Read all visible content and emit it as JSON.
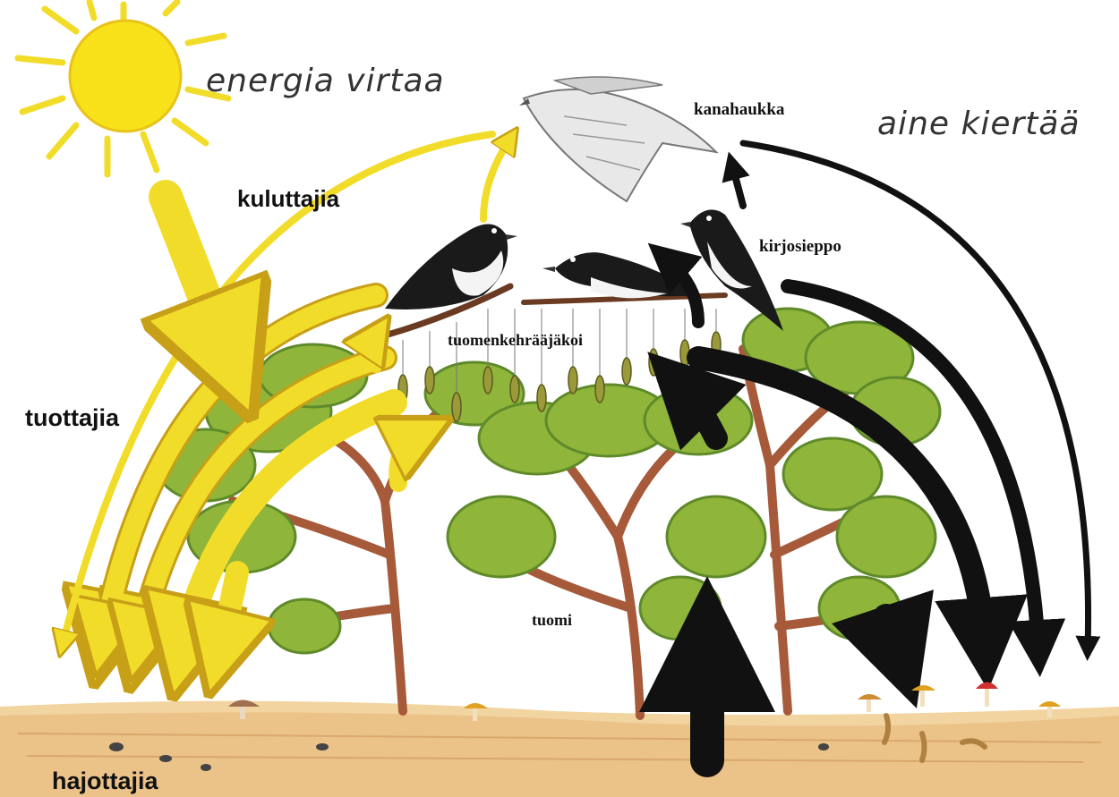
{
  "labels": {
    "energy_flow": "energia virtaa",
    "matter_cycle": "aine kiertää",
    "consumers": "kuluttajia",
    "producers": "tuottajia",
    "decomposers": "hajottajia",
    "goshawk": "kanahaukka",
    "pied_flycatcher": "kirjosieppo",
    "ermine_moth_larvae": "tuomenkehrääjäkoi",
    "bird_cherry": "tuomi"
  },
  "colors": {
    "energy_arrow": "#f2dc2a",
    "energy_arrow_dark": "#e0b820",
    "matter_arrow": "#111111",
    "sun": "#f7e21a",
    "foliage": "#8fb53a",
    "foliage_dark": "#5f8a2a",
    "trunk": "#a65a3a",
    "ground": "#e8b878"
  }
}
